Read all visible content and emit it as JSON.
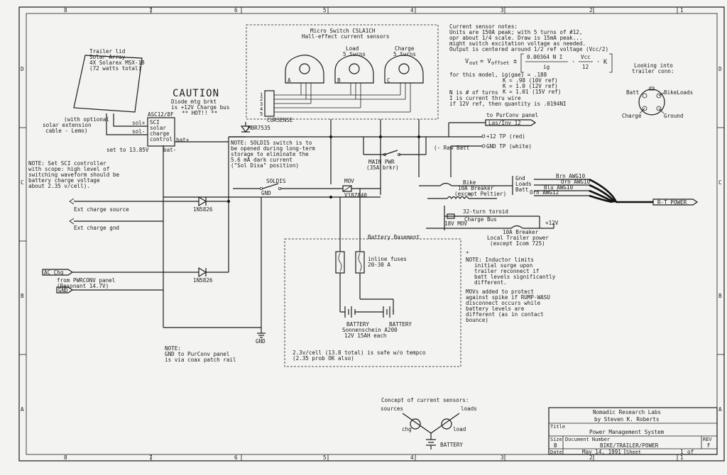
{
  "border": {
    "top_cols": [
      "8",
      "7",
      "6",
      "5",
      "4",
      "3",
      "2",
      "1"
    ],
    "bottom_cols": [
      "8",
      "7",
      "6",
      "5",
      "4",
      "3",
      "2",
      "1"
    ],
    "rows": [
      "D",
      "C",
      "B",
      "A"
    ]
  },
  "solar": {
    "label_lines": [
      "Trailer lid",
      "Solar Array",
      "4X Solarex MSX-18",
      "(72 watts total)"
    ],
    "ext_lines": [
      "(with optional",
      "solar extension",
      "cable - Lemo)"
    ],
    "sol_plus": "sol+",
    "sol_minus": "sol-"
  },
  "caution": {
    "title": "CAUTION",
    "lines": [
      "Diode mtg brkt",
      "is +12V Charge bus",
      "** HOT!! **"
    ]
  },
  "controller": {
    "name": "ASC12/8F",
    "lines": [
      "SCI",
      "solar",
      "charge",
      "control"
    ],
    "bat_plus": "bat+",
    "bat_minus": "bat-",
    "set_note": "set to 13.85V"
  },
  "sci_note": [
    "NOTE: Set SCI controller",
    "with scope: high level of",
    "switching waveform should be",
    "battery charge voltage",
    "about 2.35 v/cell)."
  ],
  "sensors": {
    "title_lines": [
      "Micro Switch CSLA1CH",
      "Hall-effect current sensors"
    ],
    "load_lines": [
      "Load",
      "5 turns"
    ],
    "charge_lines": [
      "Charge",
      "5 turns"
    ],
    "pin_letters": [
      "A",
      "B",
      "C"
    ],
    "connector_pins": [
      "1",
      "2",
      "3",
      "4",
      "5"
    ],
    "connector_name": "CURSENSE"
  },
  "sensor_notes": {
    "lines": [
      "Current sensor notes:",
      "Units are 150A peak; with 5 turns of #12,",
      "opr about 1/4 scale.  Draw is 15mA peak...",
      "might switch excitation voltage as needed.",
      "Output is centered around 1/2 ref voltage (Vcc/2)"
    ],
    "formula": {
      "lhs": "V",
      "lhs_sub": "out",
      "eq": "= V",
      "offset_sub": "offset",
      "pm": "±",
      "num": "0.00364 N I",
      "den": "ig",
      "dot": "·",
      "vcc_num": "Vcc",
      "vcc_den": "12",
      "k": "K"
    },
    "model_lines": [
      "for this model, ig(gae) = .188",
      "K = .98  (10V ref)",
      "K = 1.0  (12V ref)",
      "K = 1.01 (15V ref)"
    ],
    "n_lines": [
      "N is # of turns",
      "I is current thru wire",
      "if 12V ref, then quantity is .0194NI"
    ]
  },
  "trailer_conn": {
    "title_lines": [
      "Looking into",
      "trailer conn:"
    ],
    "batt": "Batt",
    "bikeloads": "BikeLoads",
    "charge": "Charge",
    "ground": "Ground"
  },
  "rails": {
    "purconv": "to PurConv panel",
    "las_inv": "Las/Inv 12",
    "tp12": "+12 TP (red)",
    "tpgnd": "GND TP (white)",
    "raw_batt": "(- Raw Batt",
    "main_pwr": "MAIN PWR",
    "main_pwr_sub": "(35A brkr)",
    "rt_power": "R-T POWER"
  },
  "mbr": {
    "name": "MBR7535",
    "note": [
      "NOTE: SOLDIS switch is to",
      "be opened during long-term",
      "storage to eliminate the",
      "5.6 mA dark current",
      "(\"Sol Disa\" position)"
    ],
    "soldis": "SOLDIS"
  },
  "bike": {
    "title": "Bike",
    "breaker": "10A Breaker",
    "except": "(except Peltier)",
    "gnd": "Gnd",
    "loads": "Loads",
    "batt": "Batt",
    "wire1": "Brn AWG10",
    "wire2": "Orn AWG10",
    "wire3": "Blu AWG10",
    "wire4": "Orn AWG12",
    "toroid": "32-turn toroid",
    "charge_bus": "Charge Bus",
    "mov": "18V MOV",
    "v12": "+12V",
    "local_breaker": "10A Breaker",
    "local_lines": [
      "Local Trailer power",
      "(except Icom 725)"
    ]
  },
  "mov_top": {
    "label": "MOV",
    "part": "V18ZA40"
  },
  "gnd_label": "GND",
  "ext": {
    "charge_src": "Ext charge source",
    "charge_gnd": "Ext charge gnd",
    "diode1": "1N5826",
    "diode2": "1N5826"
  },
  "ac": {
    "ac_chg": "AC Chg",
    "from_lines": [
      "from PWRCONV panel",
      "(Resonant 14.7V)"
    ],
    "gnd": "GND"
  },
  "basement": {
    "title": "Battery Basement",
    "fuses_lines": [
      "inline fuses",
      "20-30 A"
    ],
    "battery": "BATTERY",
    "battery2": "BATTERY",
    "mfr_lines": [
      "Sonnenschein  A200",
      "12V 15AH each"
    ],
    "note_lines": [
      "2.3v/cell (13.8 total) is safe w/o tempco",
      "(2.35 prob OK also)"
    ]
  },
  "gnd_bottom": "GND",
  "gnd_note": [
    "NOTE:",
    "GND to PurConv panel",
    "is via coax patch rail"
  ],
  "inductor_note": [
    "*",
    "NOTE:  Inductor limits",
    "initial surge upon",
    "trailer reconnect if",
    "batt levels significantly",
    "different."
  ],
  "mov_note": [
    "MOVs added to protect",
    "against spike if RUMP-WASU",
    "disconnect occurs while",
    "battery levels are",
    "different (as in contact",
    "bounce)"
  ],
  "concept": {
    "title": "Concept of current sensors:",
    "sources": "sources",
    "loads": "loads",
    "chg": "chg",
    "load": "load",
    "battery": "BATTERY"
  },
  "title_block": {
    "org": "Nomadic Research Labs",
    "by": "by Steven K. Roberts",
    "title_lbl": "Title",
    "title": "Power Management System",
    "size_lbl": "Size",
    "size": "B",
    "docnum_lbl": "Document Number",
    "docnum": "BIKE/TRAILER/POWER",
    "rev_lbl": "REV",
    "rev": "F",
    "date_lbl": "Date",
    "date": "May 14, 1991",
    "sheet_lbl": "Sheet",
    "sheet": "1",
    "of": "of"
  }
}
